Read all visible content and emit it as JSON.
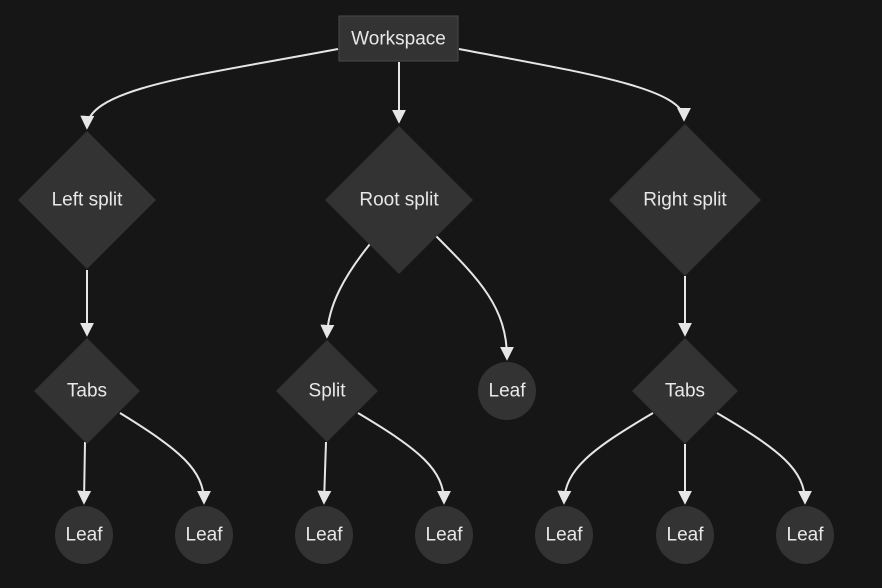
{
  "diagram": {
    "colors": {
      "background": "#161616",
      "node_fill": "#333333",
      "edge": "#e6e6e6",
      "text": "#e8e8e8"
    },
    "nodes": {
      "workspace": {
        "label": "Workspace",
        "shape": "rect"
      },
      "left_split": {
        "label": "Left split",
        "shape": "diamond"
      },
      "root_split": {
        "label": "Root split",
        "shape": "diamond"
      },
      "right_split": {
        "label": "Right split",
        "shape": "diamond"
      },
      "left_tabs": {
        "label": "Tabs",
        "shape": "diamond"
      },
      "split": {
        "label": "Split",
        "shape": "diamond"
      },
      "root_leaf": {
        "label": "Leaf",
        "shape": "circle"
      },
      "right_tabs": {
        "label": "Tabs",
        "shape": "diamond"
      },
      "leaf_1": {
        "label": "Leaf",
        "shape": "circle"
      },
      "leaf_2": {
        "label": "Leaf",
        "shape": "circle"
      },
      "leaf_3": {
        "label": "Leaf",
        "shape": "circle"
      },
      "leaf_4": {
        "label": "Leaf",
        "shape": "circle"
      },
      "leaf_5": {
        "label": "Leaf",
        "shape": "circle"
      },
      "leaf_6": {
        "label": "Leaf",
        "shape": "circle"
      },
      "leaf_7": {
        "label": "Leaf",
        "shape": "circle"
      }
    },
    "edges": [
      [
        "workspace",
        "left_split"
      ],
      [
        "workspace",
        "root_split"
      ],
      [
        "workspace",
        "right_split"
      ],
      [
        "left_split",
        "left_tabs"
      ],
      [
        "root_split",
        "split"
      ],
      [
        "root_split",
        "root_leaf"
      ],
      [
        "right_split",
        "right_tabs"
      ],
      [
        "left_tabs",
        "leaf_1"
      ],
      [
        "left_tabs",
        "leaf_2"
      ],
      [
        "split",
        "leaf_3"
      ],
      [
        "split",
        "leaf_4"
      ],
      [
        "right_tabs",
        "leaf_5"
      ],
      [
        "right_tabs",
        "leaf_6"
      ],
      [
        "right_tabs",
        "leaf_7"
      ]
    ]
  }
}
